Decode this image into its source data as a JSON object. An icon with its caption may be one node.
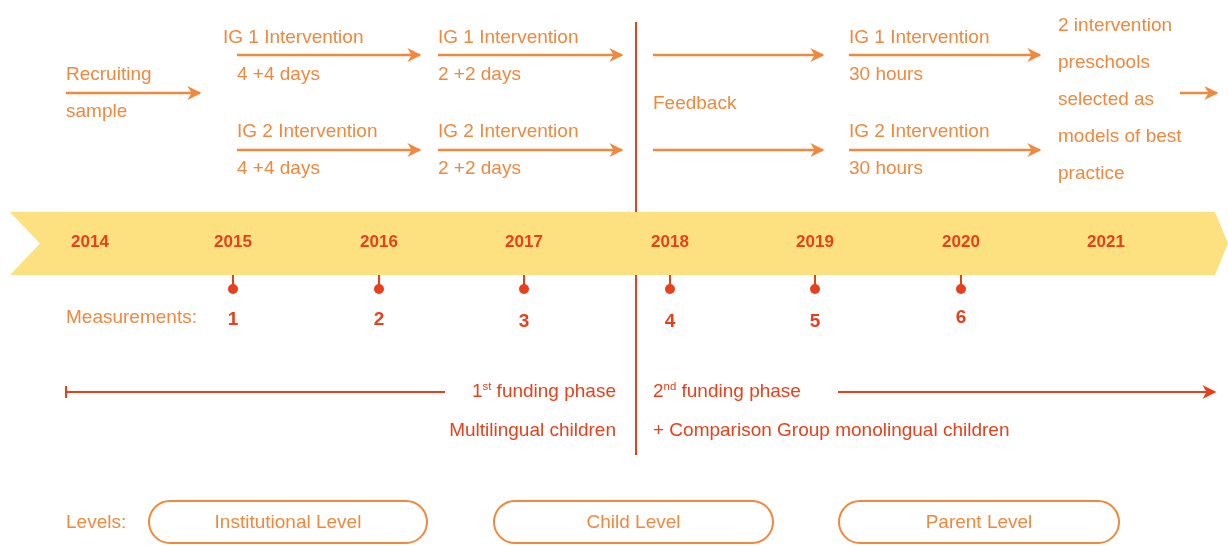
{
  "diagram": {
    "nodes": [
      {
        "text": [
          "2014",
          "2015",
          "2016",
          "2017",
          "2018",
          "2019",
          "2020",
          "2021"
        ]
      },
      {
        "text": [
          "Institutional Level"
        ]
      },
      {
        "text": [
          "Child Level"
        ]
      },
      {
        "text": [
          "Parent Level"
        ]
      }
    ],
    "labels": [
      "2 intervention preschools selected as models of best practice",
      "IG 1 Intervention",
      "IG 1 Intervention",
      "IG 1 Intervention",
      "Recruiting",
      "4 +4 days",
      "2 +2 days",
      "30 hours",
      "Feedback",
      "sample",
      "IG 2 Intervention",
      "IG 2 Intervention",
      "IG 2 Intervention",
      "4 +4 days",
      "2 +2 days",
      "30 hours",
      "Measurements:",
      "1",
      "2",
      "3",
      "4",
      "5",
      "6",
      "1$^{st}$ funding phase",
      "2$^{nd}$ funding phase",
      "Multilingual children",
      "+ Comparison Group monolingual children",
      "Levels:"
    ]
  }
}
